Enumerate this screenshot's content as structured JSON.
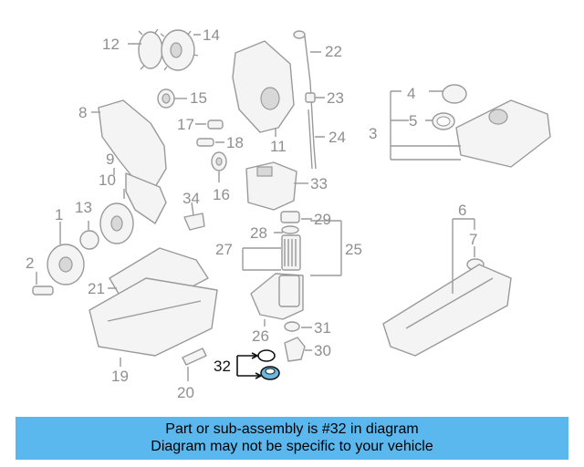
{
  "diagram": {
    "callouts": [
      "1",
      "2",
      "3",
      "4",
      "5",
      "6",
      "7",
      "8",
      "9",
      "10",
      "11",
      "12",
      "13",
      "14",
      "15",
      "16",
      "17",
      "18",
      "19",
      "20",
      "21",
      "22",
      "23",
      "24",
      "25",
      "26",
      "27",
      "28",
      "29",
      "30",
      "31",
      "32",
      "33",
      "34"
    ],
    "highlighted_callout": "32",
    "highlight_color": "#6ab7e0"
  },
  "banner": {
    "line1": "Part or sub-assembly is #32 in diagram",
    "line2": "Diagram may not be specific to your vehicle",
    "background": "#5ab8ee"
  }
}
